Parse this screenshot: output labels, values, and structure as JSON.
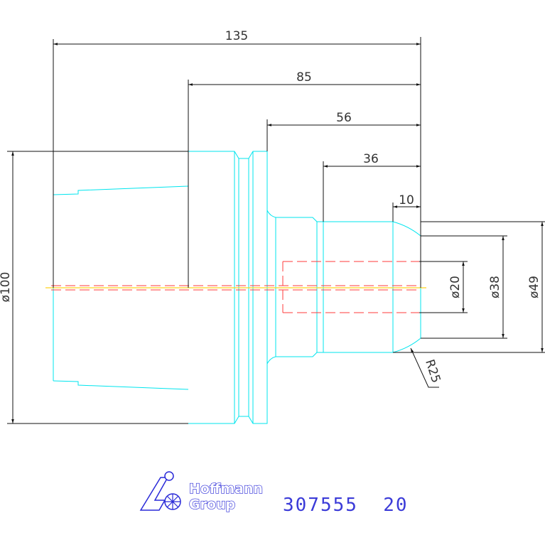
{
  "dimensions": {
    "overall_length": "135",
    "length_85": "85",
    "length_56": "56",
    "length_36": "36",
    "length_10": "10",
    "diameter_100": "ø100",
    "diameter_20": "ø20",
    "diameter_38": "ø38",
    "diameter_49": "ø49",
    "radius_25": "R25"
  },
  "logo": {
    "line1": "Hoffmann",
    "line2": "Group"
  },
  "part_number": "307555  20",
  "colors": {
    "part_outline": "#00e5ee",
    "dimension_lines": "#111111",
    "hidden_lines": "#ff3b3b",
    "center_line": "#ffd21f",
    "logo_blue": "#2a2ad8"
  }
}
